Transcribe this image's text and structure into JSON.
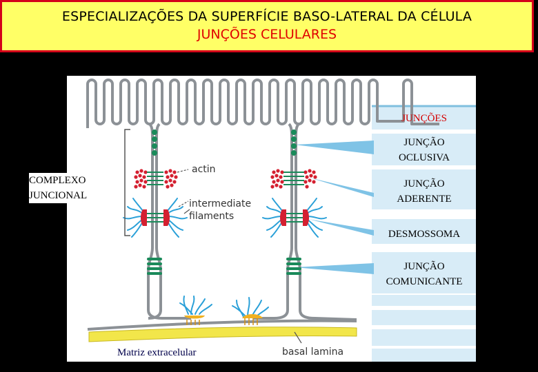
{
  "title": {
    "line1": "ESPECIALIZAÇÕES DA SUPERFÍCIE BASO-LATERAL DA CÉLULA",
    "line2": "JUNÇÕES CELULARES"
  },
  "labels": {
    "juncoes": "JUNÇÕES",
    "oclusiva_1": "JUNÇÃO",
    "oclusiva_2": "OCLUSIVA",
    "aderente_1": "JUNÇÃO",
    "aderente_2": "ADERENTE",
    "desmossoma": "DESMOSSOMA",
    "comunicante_1": "JUNÇÃO",
    "comunicante_2": "COMUNICANTE",
    "complexo_1": "COMPLEXO",
    "complexo_2": "JUNCIONAL",
    "matriz": "Matriz extracelular"
  },
  "figure_text": {
    "actin": "actin",
    "intermediate": "intermediate",
    "filaments": "filaments",
    "basal_lamina": "basal lamina"
  },
  "colors": {
    "title_bg": "#ffff66",
    "title_border": "#d4001a",
    "title_red": "#e00000",
    "membrane": "#8c9196",
    "tight_junction": "#1a8a5a",
    "actin": "#d42030",
    "filaments": "#2aa0d8",
    "gap_junction": "#1a8a5a",
    "lamina": "#f2e64a",
    "band": "#cfe7f4"
  }
}
